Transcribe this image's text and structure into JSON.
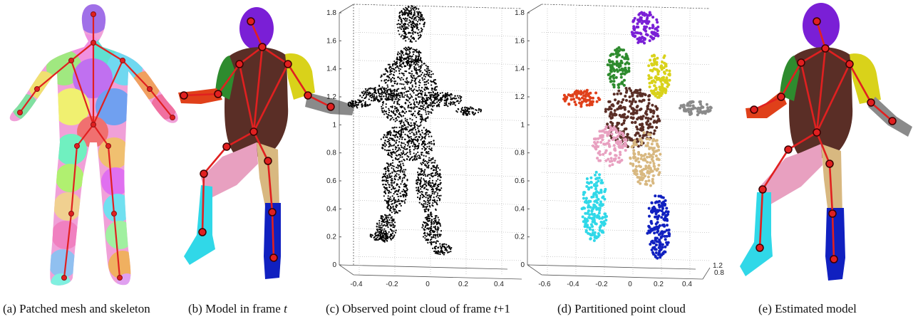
{
  "panels": [
    {
      "id": "a",
      "caption_prefix": "(a) Patched mesh and skeleton",
      "caption_italic": "",
      "caption_suffix": ""
    },
    {
      "id": "b",
      "caption_prefix": "(b) Model in frame ",
      "caption_italic": "t",
      "caption_suffix": ""
    },
    {
      "id": "c",
      "caption_prefix": "(c) Observed point cloud of frame ",
      "caption_italic": "t",
      "caption_suffix": "+1"
    },
    {
      "id": "d",
      "caption_prefix": "(d) Partitioned point cloud",
      "caption_italic": "",
      "caption_suffix": ""
    },
    {
      "id": "e",
      "caption_prefix": "(e) Estimated model",
      "caption_italic": "",
      "caption_suffix": ""
    }
  ],
  "plot_c": {
    "z_ticks": [
      "0",
      "0.2",
      "0.4",
      "0.6",
      "0.8",
      "1",
      "1.2",
      "1.4",
      "1.6",
      "1.8"
    ],
    "x_ticks": [
      "-0.4",
      "-0.2",
      "0",
      "0.2",
      "0.4"
    ]
  },
  "plot_d": {
    "z_ticks": [
      "0",
      "0.2",
      "0.4",
      "0.6",
      "0.8",
      "1",
      "1.2",
      "1.4",
      "1.6",
      "1.8"
    ],
    "x_ticks": [
      "-0.6",
      "-0.4",
      "-0.2",
      "0",
      "0.2",
      "0.4"
    ],
    "y_ticks": [
      "1.2",
      "0.8"
    ]
  },
  "colors": {
    "skeleton": "#e02020",
    "joint_fill": "#e02020",
    "head": "#7a1fd6",
    "torso": "#5a2e26",
    "upper_arm_right": "#d9d21a",
    "upper_arm_left": "#2e8b2e",
    "forearm_right": "#8a8a8a",
    "forearm_left": "#e0401a",
    "thigh_left": "#e8a0c0",
    "thigh_right": "#d8b880",
    "shin_left": "#30d8e8",
    "shin_right": "#1020c0",
    "points_c": "#000000"
  }
}
